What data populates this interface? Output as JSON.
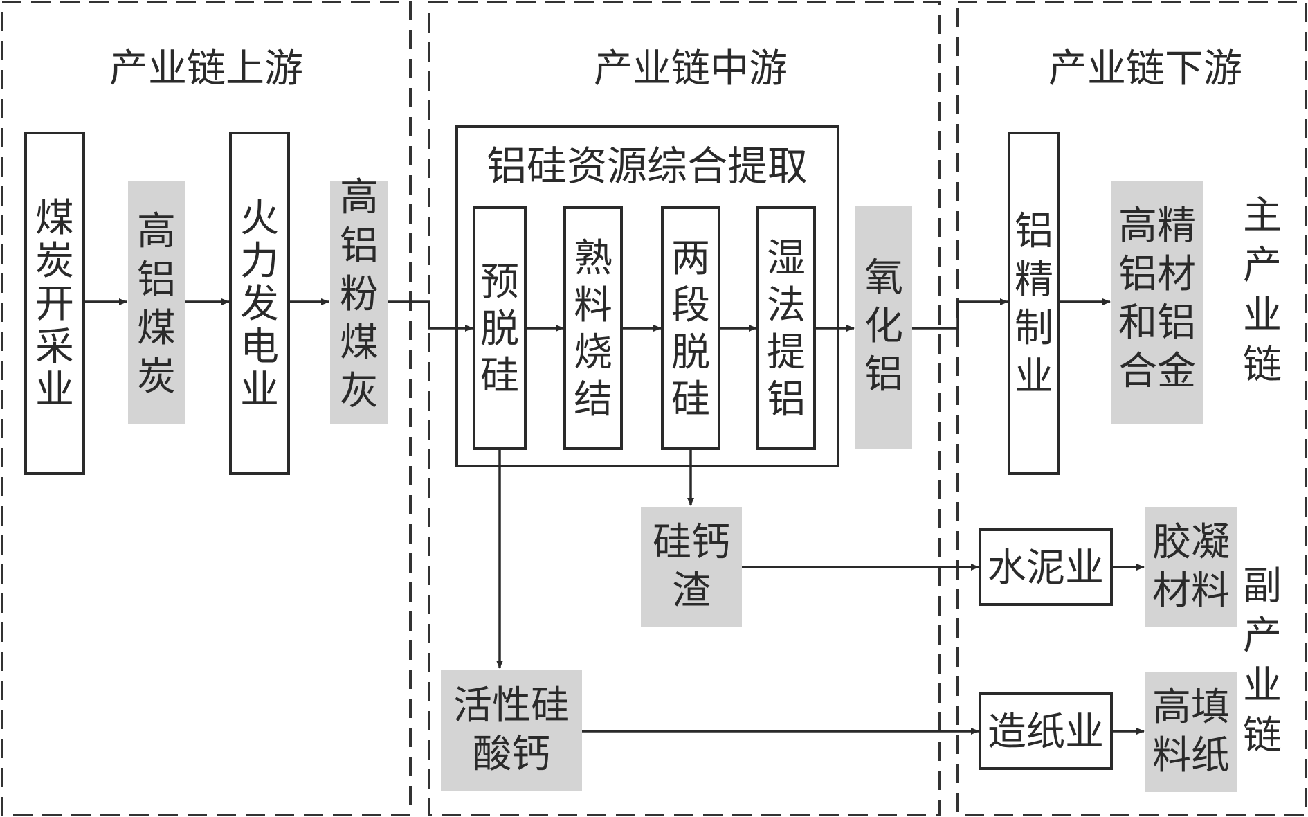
{
  "regions": {
    "upstream": "产业链上游",
    "midstream": "产业链中游",
    "downstream": "产业链下游"
  },
  "upstream": {
    "coal_mining": "煤炭开采业",
    "high_alumina_coal": "高铝煤炭",
    "thermal_power": "火力发电业",
    "high_alumina_flyash": "高铝粉煤灰"
  },
  "midstream": {
    "extraction_title": "铝硅资源综合提取",
    "pre_desilication": "预脱硅",
    "clinker_sintering": "熟料烧结",
    "two_stage_desilication": "两段脱硅",
    "wet_aluminum_extraction": "湿法提铝",
    "alumina": "氧化铝",
    "calcium_silicate_slag": "硅钙渣",
    "active_calcium_silicate": "活性硅酸钙"
  },
  "downstream": {
    "aluminum_refining": "铝精制业",
    "high_purity_aluminum": "高精铝材和铝合金",
    "cement": "水泥业",
    "cementing_material": "胶凝材料",
    "papermaking": "造纸业",
    "high_filler_paper": "高填料纸"
  },
  "side_labels": {
    "main_chain": "主产业链",
    "by_chain": "副产业链"
  }
}
